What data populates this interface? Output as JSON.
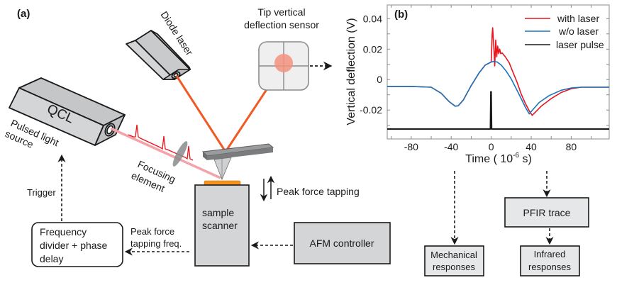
{
  "panel_a": {
    "label": "(a)",
    "diode_laser": "Diode laser",
    "sensor_title_line1": "Tip vertical",
    "sensor_title_line2": "deflection sensor",
    "qcl": "QCL",
    "pulsed_line1": "Pulsed light",
    "pulsed_line2": "source",
    "focusing_line1": "Focusing",
    "focusing_line2": "element",
    "trigger": "Trigger",
    "freq_line1": "Frequency",
    "freq_line2": "divider + phase",
    "freq_line3": "delay",
    "pft_freq_line1": "Peak force",
    "pft_freq_line2": "tapping freq.",
    "sample_line1": "sample",
    "sample_line2": "scanner",
    "peak_force_tapping": "Peak force tapping",
    "afm_controller": "AFM controller",
    "colors": {
      "device_fill": "#d4d5d7",
      "laser_orange": "#f15a24",
      "ir_beam": "#f4a3a8",
      "ir_pulse": "#e8141e",
      "sample_orange": "#f7941d",
      "cantilever": "#808285",
      "spot": "#f4927f"
    }
  },
  "panel_b_flow": {
    "pfir_trace": "PFIR trace",
    "mech_line1": "Mechanical",
    "mech_line2": "responses",
    "ir_line1": "Infrared",
    "ir_line2": "responses"
  },
  "chart_data": {
    "type": "line",
    "panel_label": "(b)",
    "title": "",
    "xlabel": "Time ( 10^-6 s)",
    "xlabel_main": "Time ( 10",
    "xlabel_exp": "-6",
    "xlabel_tail": " s)",
    "ylabel": "Vertical deflection (V)",
    "xlim": [
      -104,
      118
    ],
    "ylim": [
      -0.039,
      0.049
    ],
    "xticks": [
      -80,
      -40,
      0,
      40,
      80
    ],
    "xtick_labels": [
      "-80",
      "-40",
      "0",
      "40",
      "80"
    ],
    "yticks": [
      -0.02,
      0,
      0.02,
      0.04
    ],
    "ytick_labels": [
      "-0.02",
      "0",
      "0.02",
      "0.04"
    ],
    "grid": false,
    "legend_position": "top-right",
    "series": [
      {
        "name": "with laser",
        "color": "#e8141e",
        "x": [
          -104,
          -80,
          -60,
          -50,
          -42,
          -36,
          -33,
          -28,
          -20,
          -12,
          -6,
          0,
          1,
          1.5,
          2.5,
          3.5,
          4.5,
          5.5,
          6.5,
          7.5,
          8.5,
          9.5,
          11,
          14,
          18,
          22,
          26,
          30,
          34,
          38,
          41,
          44,
          50,
          60,
          70,
          80,
          90,
          100,
          118
        ],
        "y": [
          -0.0045,
          -0.0045,
          -0.005,
          -0.009,
          -0.0145,
          -0.0175,
          -0.0172,
          -0.0135,
          -0.004,
          0.0045,
          0.0095,
          0.0115,
          0.03,
          0.034,
          0.022,
          0.009,
          0.026,
          0.015,
          0.022,
          0.017,
          0.02,
          0.017,
          0.0175,
          0.015,
          0.011,
          0.0045,
          -0.002,
          -0.0095,
          -0.0155,
          -0.0205,
          -0.0235,
          -0.0215,
          -0.0175,
          -0.0125,
          -0.0085,
          -0.006,
          -0.005,
          -0.005,
          -0.005
        ]
      },
      {
        "name": "w/o laser",
        "color": "#1b75bc",
        "x": [
          -104,
          -80,
          -60,
          -50,
          -42,
          -36,
          -33,
          -28,
          -20,
          -12,
          -6,
          0,
          3,
          6,
          10,
          15,
          20,
          25,
          30,
          34,
          38,
          42,
          48,
          58,
          70,
          80,
          90,
          100,
          118
        ],
        "y": [
          -0.0045,
          -0.0045,
          -0.005,
          -0.009,
          -0.0145,
          -0.0175,
          -0.0172,
          -0.0135,
          -0.004,
          0.0045,
          0.0095,
          0.0115,
          0.012,
          0.0115,
          0.0095,
          0.0055,
          0.0005,
          -0.006,
          -0.0125,
          -0.018,
          -0.0225,
          -0.0195,
          -0.015,
          -0.0105,
          -0.007,
          -0.0055,
          -0.005,
          -0.005,
          -0.005
        ]
      },
      {
        "name": "laser pulse",
        "color": "#1a1a1a",
        "x": [
          -104,
          -0.8,
          -0.4,
          0,
          0.4,
          0.8,
          118
        ],
        "y": [
          -0.0325,
          -0.0325,
          -0.008,
          -0.008,
          -0.0325,
          -0.0325,
          -0.0325
        ]
      }
    ]
  }
}
